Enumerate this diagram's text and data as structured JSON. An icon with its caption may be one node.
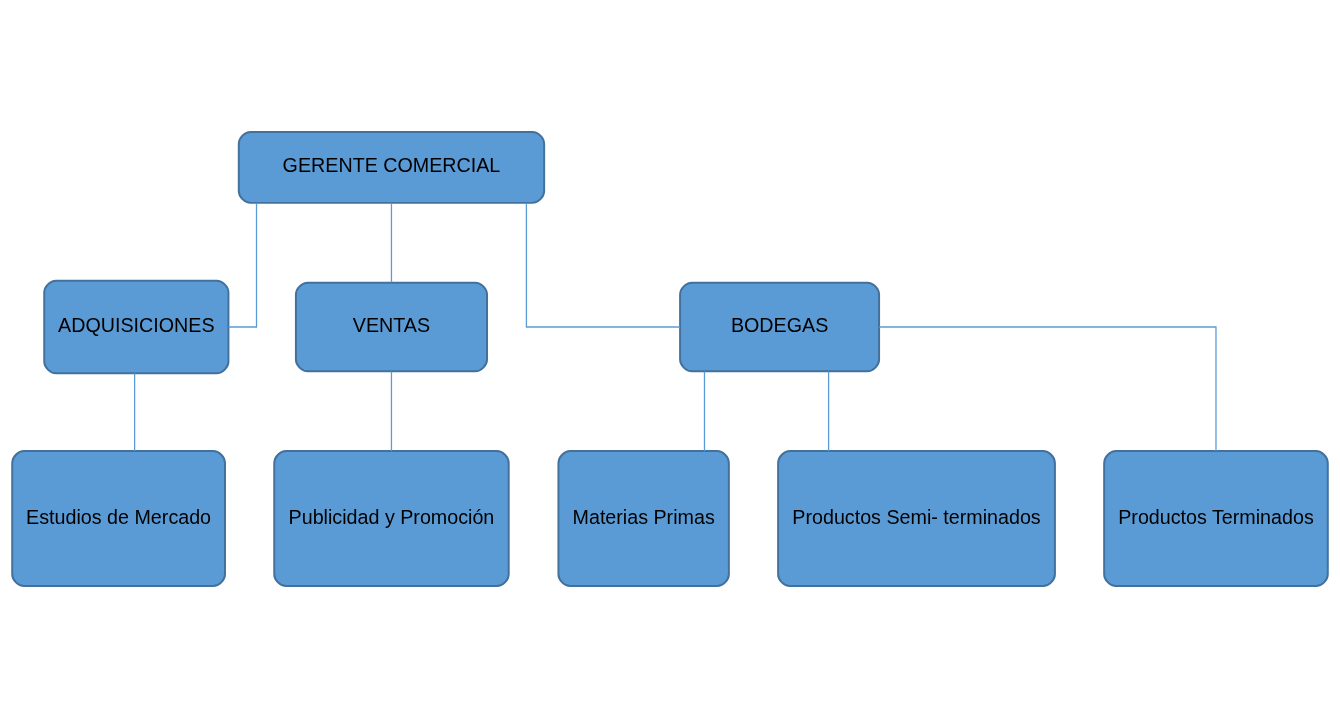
{
  "diagram": {
    "nodes": [
      {
        "text": [
          "GERENTE COMERCIAL"
        ]
      },
      {
        "text": [
          "ADQUISICIONES"
        ]
      },
      {
        "text": [
          "VENTAS"
        ]
      },
      {
        "text": [
          "BODEGAS"
        ]
      },
      {
        "text": [
          "Estudios de Mercado"
        ]
      },
      {
        "text": [
          "Publicidad y Promoción"
        ]
      },
      {
        "text": [
          "Materias Primas"
        ]
      },
      {
        "text": [
          "Productos Semi- terminados"
        ]
      },
      {
        "text": [
          "Productos Terminados"
        ]
      }
    ],
    "edges": [
      {
        "from": 0,
        "to": 1,
        "arrow": "none"
      },
      {
        "from": 0,
        "to": 2,
        "arrow": "none"
      },
      {
        "from": 0,
        "to": 3,
        "arrow": "none"
      },
      {
        "from": 1,
        "to": 4,
        "arrow": "none"
      },
      {
        "from": 2,
        "to": 5,
        "arrow": "none"
      },
      {
        "from": 3,
        "to": 6,
        "arrow": "none"
      },
      {
        "from": 3,
        "to": 7,
        "arrow": "none"
      },
      {
        "from": 3,
        "to": 8,
        "arrow": "none"
      }
    ]
  }
}
